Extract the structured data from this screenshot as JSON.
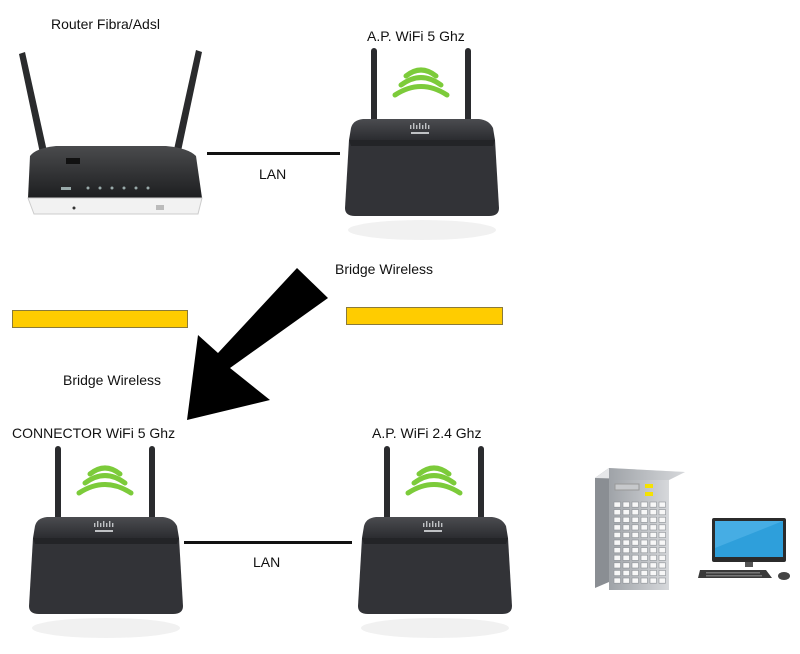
{
  "labels": {
    "router": "Router Fibra/Adsl",
    "ap5": "A.P. WiFi 5 Ghz",
    "lan_top": "LAN",
    "bridge_right": "Bridge Wireless",
    "bridge_left": "Bridge Wireless",
    "connector": "CONNECTOR WiFi 5 Ghz",
    "ap24": "A.P. WiFi 2.4 Ghz",
    "lan_bottom": "LAN"
  },
  "colors": {
    "bridge_bar": "#FFCC00",
    "wifi_waves": "#7CCB3A",
    "device_body": "#2E2F33",
    "arrow": "#000000"
  },
  "icons": {
    "router": "dsl-router-icon",
    "access_point": "wireless-access-point-icon",
    "server": "server-tower-icon",
    "computer": "desktop-computer-icon"
  }
}
